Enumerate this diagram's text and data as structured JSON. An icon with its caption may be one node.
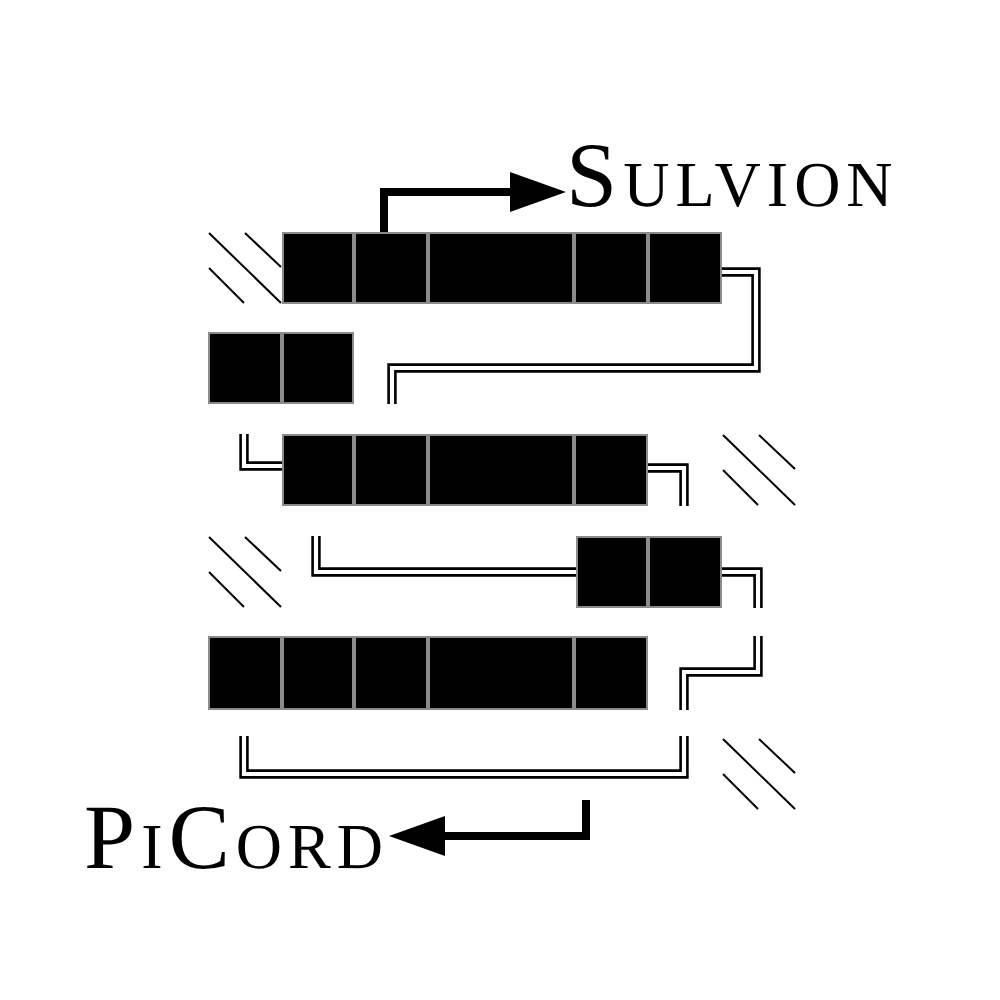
{
  "diagram": {
    "nodes": [
      {
        "text": [
          "Sulvion"
        ]
      },
      {
        "text": [],
        "shape": "box"
      },
      {
        "text": [],
        "shape": "box"
      },
      {
        "text": [],
        "shape": "box"
      },
      {
        "text": [],
        "shape": "box"
      },
      {
        "text": [],
        "shape": "box"
      },
      {
        "text": [],
        "shape": "box"
      },
      {
        "text": [],
        "shape": "box"
      },
      {
        "text": [],
        "shape": "box"
      },
      {
        "text": [],
        "shape": "box"
      },
      {
        "text": [],
        "shape": "box"
      },
      {
        "text": [],
        "shape": "box"
      },
      {
        "text": [],
        "shape": "box"
      },
      {
        "text": [],
        "shape": "box"
      },
      {
        "text": [],
        "shape": "box"
      },
      {
        "text": [],
        "shape": "box"
      },
      {
        "text": [],
        "shape": "box"
      },
      {
        "text": [],
        "shape": "box"
      },
      {
        "text": [],
        "shape": "box"
      },
      {
        "text": [
          "PiCord"
        ]
      }
    ],
    "edges": [
      {
        "from": 2,
        "to": 0,
        "arrow": "to",
        "style": "thick"
      },
      {
        "from": 5,
        "to": null,
        "arrow": "none"
      },
      {
        "from": null,
        "to": 8,
        "arrow": "none"
      },
      {
        "from": 11,
        "to": null,
        "arrow": "none"
      },
      {
        "from": null,
        "to": 12,
        "arrow": "none"
      },
      {
        "from": 13,
        "to": null,
        "arrow": "none"
      },
      {
        "from": null,
        "to": 19,
        "arrow": "to",
        "style": "thick"
      }
    ]
  }
}
